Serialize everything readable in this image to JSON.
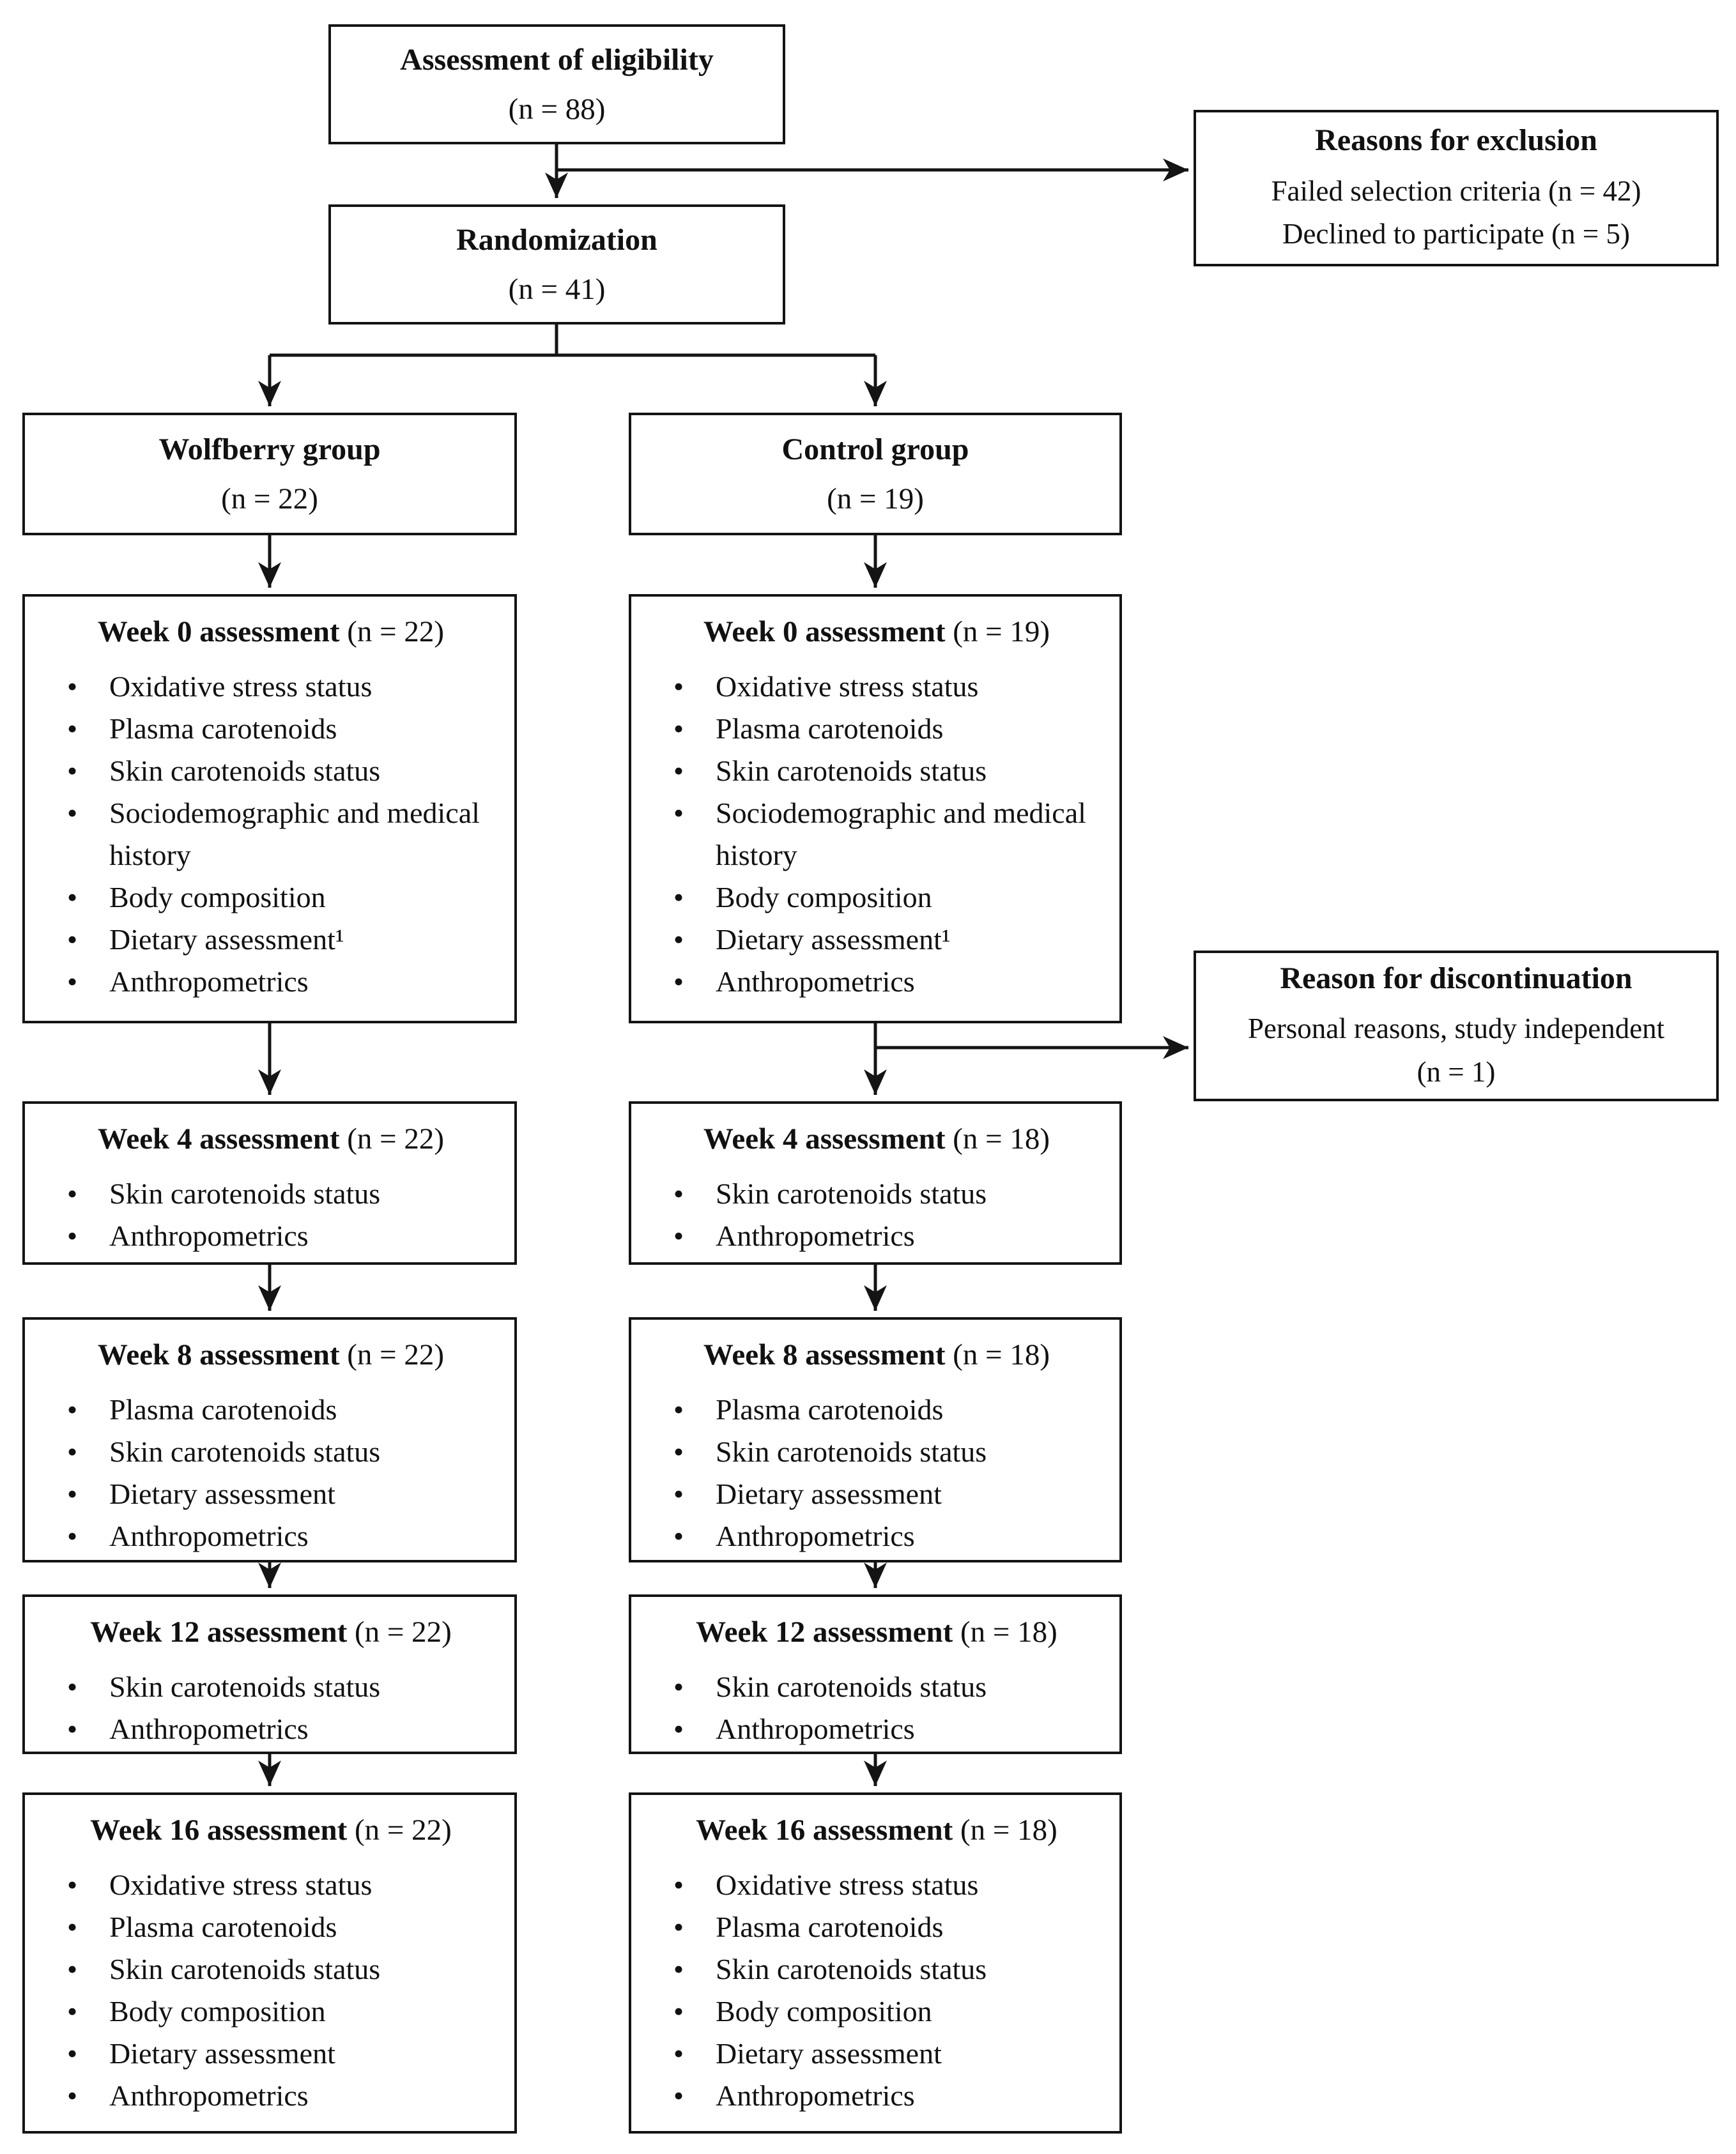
{
  "figure": {
    "type": "study-flow-diagram",
    "background_color": "#ffffff",
    "line_color": "#141414",
    "text_color": "#111111"
  },
  "boxes": {
    "eligibility": {
      "title": "Assessment of eligibility",
      "n": "(n = 88)"
    },
    "exclusion": {
      "title": "Reasons for exclusion",
      "lines": [
        "Failed selection criteria (n = 42)",
        "Declined to participate (n = 5)"
      ]
    },
    "randomization": {
      "title": "Randomization",
      "n": "(n = 41)"
    },
    "wolfberry_group": {
      "title": "Wolfberry group",
      "n": "(n = 22)"
    },
    "control_group": {
      "title": "Control group",
      "n": "(n = 19)"
    },
    "discontinuation": {
      "title": "Reason for discontinuation",
      "lines": [
        "Personal reasons, study independent (n = 1)"
      ]
    },
    "wolfberry": {
      "week0": {
        "title": "Week 0 assessment",
        "n": "(n = 22)",
        "items": [
          "Oxidative stress status",
          "Plasma carotenoids",
          "Skin carotenoids status",
          "Sociodemographic and medical history",
          "Body composition",
          "Dietary assessment¹",
          "Anthropometrics"
        ]
      },
      "week4": {
        "title": "Week 4 assessment",
        "n": "(n = 22)",
        "items": [
          "Skin carotenoids status",
          "Anthropometrics"
        ]
      },
      "week8": {
        "title": "Week 8 assessment",
        "n": "(n = 22)",
        "items": [
          "Plasma carotenoids",
          "Skin carotenoids status",
          "Dietary assessment",
          "Anthropometrics"
        ]
      },
      "week12": {
        "title": "Week 12 assessment",
        "n": "(n = 22)",
        "items": [
          "Skin carotenoids status",
          "Anthropometrics"
        ]
      },
      "week16": {
        "title": "Week 16 assessment",
        "n": "(n = 22)",
        "items": [
          "Oxidative stress status",
          "Plasma carotenoids",
          "Skin carotenoids status",
          "Body composition",
          "Dietary assessment",
          "Anthropometrics"
        ]
      }
    },
    "control": {
      "week0": {
        "title": "Week 0 assessment",
        "n": "(n = 19)",
        "items": [
          "Oxidative stress status",
          "Plasma carotenoids",
          "Skin carotenoids status",
          "Sociodemographic and medical history",
          "Body composition",
          "Dietary assessment¹",
          "Anthropometrics"
        ]
      },
      "week4": {
        "title": "Week 4 assessment",
        "n": "(n = 18)",
        "items": [
          "Skin carotenoids status",
          "Anthropometrics"
        ]
      },
      "week8": {
        "title": "Week 8 assessment",
        "n": "(n = 18)",
        "items": [
          "Plasma carotenoids",
          "Skin carotenoids status",
          "Dietary assessment",
          "Anthropometrics"
        ]
      },
      "week12": {
        "title": "Week 12 assessment",
        "n": "(n = 18)",
        "items": [
          "Skin carotenoids status",
          "Anthropometrics"
        ]
      },
      "week16": {
        "title": "Week 16 assessment",
        "n": "(n = 18)",
        "items": [
          "Oxidative stress status",
          "Plasma carotenoids",
          "Skin carotenoids status",
          "Body composition",
          "Dietary assessment",
          "Anthropometrics"
        ]
      }
    }
  }
}
